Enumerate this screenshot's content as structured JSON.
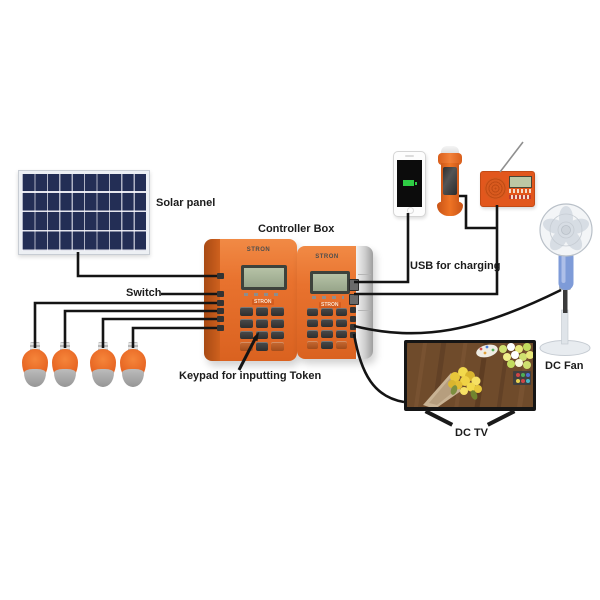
{
  "labels": {
    "solar_panel": "Solar panel",
    "controller_box": "Controller Box",
    "switch": "Switch",
    "usb_for_charging": "USB for charging",
    "keypad_token": "Keypad for inputting Token",
    "dc_fan": "DC Fan",
    "dc_tv": "DC TV"
  },
  "branding": {
    "logo": "STRON",
    "model_text": "STRON"
  },
  "components": [
    "solar-panel",
    "controller-box-left",
    "controller-box-right",
    "light-bulb",
    "light-bulb",
    "light-bulb",
    "light-bulb",
    "smartphone-charging",
    "torch-light",
    "fm-radio",
    "pedestal-fan",
    "flat-screen-tv"
  ],
  "counts": {
    "light_bulbs": 4,
    "controller_boxes": 2
  },
  "colors": {
    "box_orange": "#e8722e",
    "box_side_orange": "#c05a1e",
    "panel_navy": "#232e55",
    "wire_black": "#141414",
    "bulb_orange": "#ed6a28",
    "bulb_base_gray": "#9a9a9a",
    "lcd_green": "#a9b59b",
    "radio_orange": "#e2571d",
    "fan_blue": "#7e9bd8",
    "battery_green": "#2ecc44"
  }
}
